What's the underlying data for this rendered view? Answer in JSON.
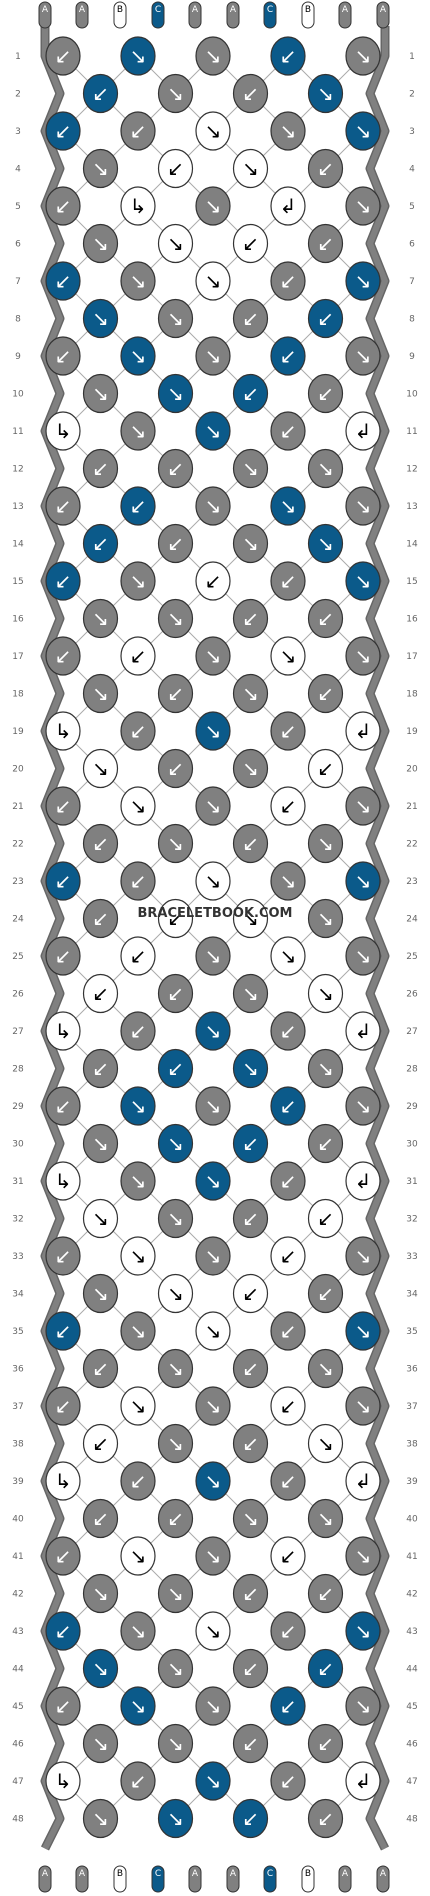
{
  "site": {
    "watermark": "BRACELETBOOK.COM"
  },
  "colors": {
    "A": "#808080",
    "B": "#ffffff",
    "C": "#0b5a8a"
  },
  "strands": {
    "top": [
      "A",
      "A",
      "B",
      "C",
      "A",
      "A",
      "C",
      "B",
      "A",
      "A"
    ],
    "bottom": [
      "A",
      "A",
      "B",
      "C",
      "A",
      "A",
      "C",
      "B",
      "A",
      "A"
    ]
  },
  "row_count": 48,
  "row_numbers": [
    "1",
    "2",
    "3",
    "4",
    "5",
    "6",
    "7",
    "8",
    "9",
    "10",
    "11",
    "12",
    "13",
    "14",
    "15",
    "16",
    "17",
    "18",
    "19",
    "20",
    "21",
    "22",
    "23",
    "24",
    "25",
    "26",
    "27",
    "28",
    "29",
    "30",
    "31",
    "32",
    "33",
    "34",
    "35",
    "36",
    "37",
    "38",
    "39",
    "40",
    "41",
    "42",
    "43",
    "44",
    "45",
    "46",
    "47",
    "48"
  ],
  "knots": [
    [
      {
        "c": "A",
        "d": "↙"
      },
      {
        "c": "C",
        "d": "↘"
      },
      {
        "c": "A",
        "d": "↘"
      },
      {
        "c": "C",
        "d": "↙"
      },
      {
        "c": "A",
        "d": "↘"
      }
    ],
    [
      {
        "c": "C",
        "d": "↙"
      },
      {
        "c": "A",
        "d": "↘"
      },
      {
        "c": "A",
        "d": "↙"
      },
      {
        "c": "C",
        "d": "↘"
      }
    ],
    [
      {
        "c": "C",
        "d": "↙"
      },
      {
        "c": "A",
        "d": "↙"
      },
      {
        "c": "B",
        "d": "↘"
      },
      {
        "c": "A",
        "d": "↘"
      },
      {
        "c": "C",
        "d": "↘"
      }
    ],
    [
      {
        "c": "A",
        "d": "↘"
      },
      {
        "c": "B",
        "d": "↙"
      },
      {
        "c": "B",
        "d": "↘"
      },
      {
        "c": "A",
        "d": "↙"
      }
    ],
    [
      {
        "c": "A",
        "d": "↙"
      },
      {
        "c": "B",
        "d": "↳"
      },
      {
        "c": "A",
        "d": "↘"
      },
      {
        "c": "B",
        "d": "↲"
      },
      {
        "c": "A",
        "d": "↘"
      }
    ],
    [
      {
        "c": "A",
        "d": "↘"
      },
      {
        "c": "B",
        "d": "↘"
      },
      {
        "c": "B",
        "d": "↙"
      },
      {
        "c": "A",
        "d": "↙"
      }
    ],
    [
      {
        "c": "C",
        "d": "↙"
      },
      {
        "c": "A",
        "d": "↘"
      },
      {
        "c": "B",
        "d": "↘"
      },
      {
        "c": "A",
        "d": "↙"
      },
      {
        "c": "C",
        "d": "↘"
      }
    ],
    [
      {
        "c": "C",
        "d": "↘"
      },
      {
        "c": "A",
        "d": "↘"
      },
      {
        "c": "A",
        "d": "↙"
      },
      {
        "c": "C",
        "d": "↙"
      }
    ],
    [
      {
        "c": "A",
        "d": "↙"
      },
      {
        "c": "C",
        "d": "↘"
      },
      {
        "c": "A",
        "d": "↘"
      },
      {
        "c": "C",
        "d": "↙"
      },
      {
        "c": "A",
        "d": "↘"
      }
    ],
    [
      {
        "c": "A",
        "d": "↘"
      },
      {
        "c": "C",
        "d": "↘"
      },
      {
        "c": "C",
        "d": "↙"
      },
      {
        "c": "A",
        "d": "↙"
      }
    ],
    [
      {
        "c": "B",
        "d": "↳"
      },
      {
        "c": "A",
        "d": "↘"
      },
      {
        "c": "C",
        "d": "↘"
      },
      {
        "c": "A",
        "d": "↙"
      },
      {
        "c": "B",
        "d": "↲"
      }
    ],
    [
      {
        "c": "A",
        "d": "↙"
      },
      {
        "c": "A",
        "d": "↙"
      },
      {
        "c": "A",
        "d": "↘"
      },
      {
        "c": "A",
        "d": "↘"
      }
    ],
    [
      {
        "c": "A",
        "d": "↙"
      },
      {
        "c": "C",
        "d": "↙"
      },
      {
        "c": "A",
        "d": "↘"
      },
      {
        "c": "C",
        "d": "↘"
      },
      {
        "c": "A",
        "d": "↘"
      }
    ],
    [
      {
        "c": "C",
        "d": "↙"
      },
      {
        "c": "A",
        "d": "↙"
      },
      {
        "c": "A",
        "d": "↘"
      },
      {
        "c": "C",
        "d": "↘"
      }
    ],
    [
      {
        "c": "C",
        "d": "↙"
      },
      {
        "c": "A",
        "d": "↘"
      },
      {
        "c": "B",
        "d": "↙"
      },
      {
        "c": "A",
        "d": "↙"
      },
      {
        "c": "C",
        "d": "↘"
      }
    ],
    [
      {
        "c": "A",
        "d": "↘"
      },
      {
        "c": "A",
        "d": "↘"
      },
      {
        "c": "A",
        "d": "↙"
      },
      {
        "c": "A",
        "d": "↙"
      }
    ],
    [
      {
        "c": "A",
        "d": "↙"
      },
      {
        "c": "B",
        "d": "↙"
      },
      {
        "c": "A",
        "d": "↘"
      },
      {
        "c": "B",
        "d": "↘"
      },
      {
        "c": "A",
        "d": "↘"
      }
    ],
    [
      {
        "c": "A",
        "d": "↘"
      },
      {
        "c": "A",
        "d": "↙"
      },
      {
        "c": "A",
        "d": "↘"
      },
      {
        "c": "A",
        "d": "↙"
      }
    ],
    [
      {
        "c": "B",
        "d": "↳"
      },
      {
        "c": "A",
        "d": "↙"
      },
      {
        "c": "C",
        "d": "↘"
      },
      {
        "c": "A",
        "d": "↙"
      },
      {
        "c": "B",
        "d": "↲"
      }
    ],
    [
      {
        "c": "B",
        "d": "↘"
      },
      {
        "c": "A",
        "d": "↙"
      },
      {
        "c": "A",
        "d": "↘"
      },
      {
        "c": "B",
        "d": "↙"
      }
    ],
    [
      {
        "c": "A",
        "d": "↙"
      },
      {
        "c": "B",
        "d": "↘"
      },
      {
        "c": "A",
        "d": "↘"
      },
      {
        "c": "B",
        "d": "↙"
      },
      {
        "c": "A",
        "d": "↘"
      }
    ],
    [
      {
        "c": "A",
        "d": "↙"
      },
      {
        "c": "A",
        "d": "↘"
      },
      {
        "c": "A",
        "d": "↙"
      },
      {
        "c": "A",
        "d": "↘"
      }
    ],
    [
      {
        "c": "C",
        "d": "↙"
      },
      {
        "c": "A",
        "d": "↙"
      },
      {
        "c": "B",
        "d": "↘"
      },
      {
        "c": "A",
        "d": "↘"
      },
      {
        "c": "C",
        "d": "↘"
      }
    ],
    [
      {
        "c": "A",
        "d": "↙"
      },
      {
        "c": "B",
        "d": "↙"
      },
      {
        "c": "B",
        "d": "↘"
      },
      {
        "c": "A",
        "d": "↘"
      }
    ],
    [
      {
        "c": "A",
        "d": "↙"
      },
      {
        "c": "B",
        "d": "↙"
      },
      {
        "c": "A",
        "d": "↘"
      },
      {
        "c": "B",
        "d": "↘"
      },
      {
        "c": "A",
        "d": "↘"
      }
    ],
    [
      {
        "c": "B",
        "d": "↙"
      },
      {
        "c": "A",
        "d": "↙"
      },
      {
        "c": "A",
        "d": "↘"
      },
      {
        "c": "B",
        "d": "↘"
      }
    ],
    [
      {
        "c": "B",
        "d": "↳"
      },
      {
        "c": "A",
        "d": "↙"
      },
      {
        "c": "C",
        "d": "↘"
      },
      {
        "c": "A",
        "d": "↙"
      },
      {
        "c": "B",
        "d": "↲"
      }
    ],
    [
      {
        "c": "A",
        "d": "↙"
      },
      {
        "c": "C",
        "d": "↙"
      },
      {
        "c": "C",
        "d": "↘"
      },
      {
        "c": "A",
        "d": "↘"
      }
    ],
    [
      {
        "c": "A",
        "d": "↙"
      },
      {
        "c": "C",
        "d": "↘"
      },
      {
        "c": "A",
        "d": "↘"
      },
      {
        "c": "C",
        "d": "↙"
      },
      {
        "c": "A",
        "d": "↘"
      }
    ],
    [
      {
        "c": "A",
        "d": "↘"
      },
      {
        "c": "C",
        "d": "↘"
      },
      {
        "c": "C",
        "d": "↙"
      },
      {
        "c": "A",
        "d": "↙"
      }
    ],
    [
      {
        "c": "B",
        "d": "↳"
      },
      {
        "c": "A",
        "d": "↘"
      },
      {
        "c": "C",
        "d": "↘"
      },
      {
        "c": "A",
        "d": "↙"
      },
      {
        "c": "B",
        "d": "↲"
      }
    ],
    [
      {
        "c": "B",
        "d": "↘"
      },
      {
        "c": "A",
        "d": "↘"
      },
      {
        "c": "A",
        "d": "↙"
      },
      {
        "c": "B",
        "d": "↙"
      }
    ],
    [
      {
        "c": "A",
        "d": "↙"
      },
      {
        "c": "B",
        "d": "↘"
      },
      {
        "c": "A",
        "d": "↘"
      },
      {
        "c": "B",
        "d": "↙"
      },
      {
        "c": "A",
        "d": "↘"
      }
    ],
    [
      {
        "c": "A",
        "d": "↘"
      },
      {
        "c": "B",
        "d": "↘"
      },
      {
        "c": "B",
        "d": "↙"
      },
      {
        "c": "A",
        "d": "↙"
      }
    ],
    [
      {
        "c": "C",
        "d": "↙"
      },
      {
        "c": "A",
        "d": "↘"
      },
      {
        "c": "B",
        "d": "↘"
      },
      {
        "c": "A",
        "d": "↙"
      },
      {
        "c": "C",
        "d": "↘"
      }
    ],
    [
      {
        "c": "A",
        "d": "↙"
      },
      {
        "c": "A",
        "d": "↘"
      },
      {
        "c": "A",
        "d": "↙"
      },
      {
        "c": "A",
        "d": "↘"
      }
    ],
    [
      {
        "c": "A",
        "d": "↙"
      },
      {
        "c": "B",
        "d": "↘"
      },
      {
        "c": "A",
        "d": "↘"
      },
      {
        "c": "B",
        "d": "↙"
      },
      {
        "c": "A",
        "d": "↘"
      }
    ],
    [
      {
        "c": "B",
        "d": "↙"
      },
      {
        "c": "A",
        "d": "↘"
      },
      {
        "c": "A",
        "d": "↙"
      },
      {
        "c": "B",
        "d": "↘"
      }
    ],
    [
      {
        "c": "B",
        "d": "↳"
      },
      {
        "c": "A",
        "d": "↙"
      },
      {
        "c": "C",
        "d": "↘"
      },
      {
        "c": "A",
        "d": "↙"
      },
      {
        "c": "B",
        "d": "↲"
      }
    ],
    [
      {
        "c": "A",
        "d": "↙"
      },
      {
        "c": "A",
        "d": "↙"
      },
      {
        "c": "A",
        "d": "↘"
      },
      {
        "c": "A",
        "d": "↘"
      }
    ],
    [
      {
        "c": "A",
        "d": "↙"
      },
      {
        "c": "B",
        "d": "↘"
      },
      {
        "c": "A",
        "d": "↘"
      },
      {
        "c": "B",
        "d": "↙"
      },
      {
        "c": "A",
        "d": "↘"
      }
    ],
    [
      {
        "c": "A",
        "d": "↘"
      },
      {
        "c": "A",
        "d": "↘"
      },
      {
        "c": "A",
        "d": "↙"
      },
      {
        "c": "A",
        "d": "↙"
      }
    ],
    [
      {
        "c": "C",
        "d": "↙"
      },
      {
        "c": "A",
        "d": "↘"
      },
      {
        "c": "B",
        "d": "↘"
      },
      {
        "c": "A",
        "d": "↙"
      },
      {
        "c": "C",
        "d": "↘"
      }
    ],
    [
      {
        "c": "C",
        "d": "↘"
      },
      {
        "c": "A",
        "d": "↘"
      },
      {
        "c": "A",
        "d": "↙"
      },
      {
        "c": "C",
        "d": "↙"
      }
    ],
    [
      {
        "c": "A",
        "d": "↙"
      },
      {
        "c": "C",
        "d": "↘"
      },
      {
        "c": "A",
        "d": "↘"
      },
      {
        "c": "C",
        "d": "↙"
      },
      {
        "c": "A",
        "d": "↘"
      }
    ],
    [
      {
        "c": "A",
        "d": "↘"
      },
      {
        "c": "A",
        "d": "↘"
      },
      {
        "c": "A",
        "d": "↙"
      },
      {
        "c": "A",
        "d": "↙"
      }
    ],
    [
      {
        "c": "B",
        "d": "↳"
      },
      {
        "c": "A",
        "d": "↙"
      },
      {
        "c": "C",
        "d": "↘"
      },
      {
        "c": "A",
        "d": "↙"
      },
      {
        "c": "B",
        "d": "↲"
      }
    ],
    [
      {
        "c": "A",
        "d": "↘"
      },
      {
        "c": "C",
        "d": "↘"
      },
      {
        "c": "C",
        "d": "↙"
      },
      {
        "c": "A",
        "d": "↙"
      }
    ]
  ]
}
